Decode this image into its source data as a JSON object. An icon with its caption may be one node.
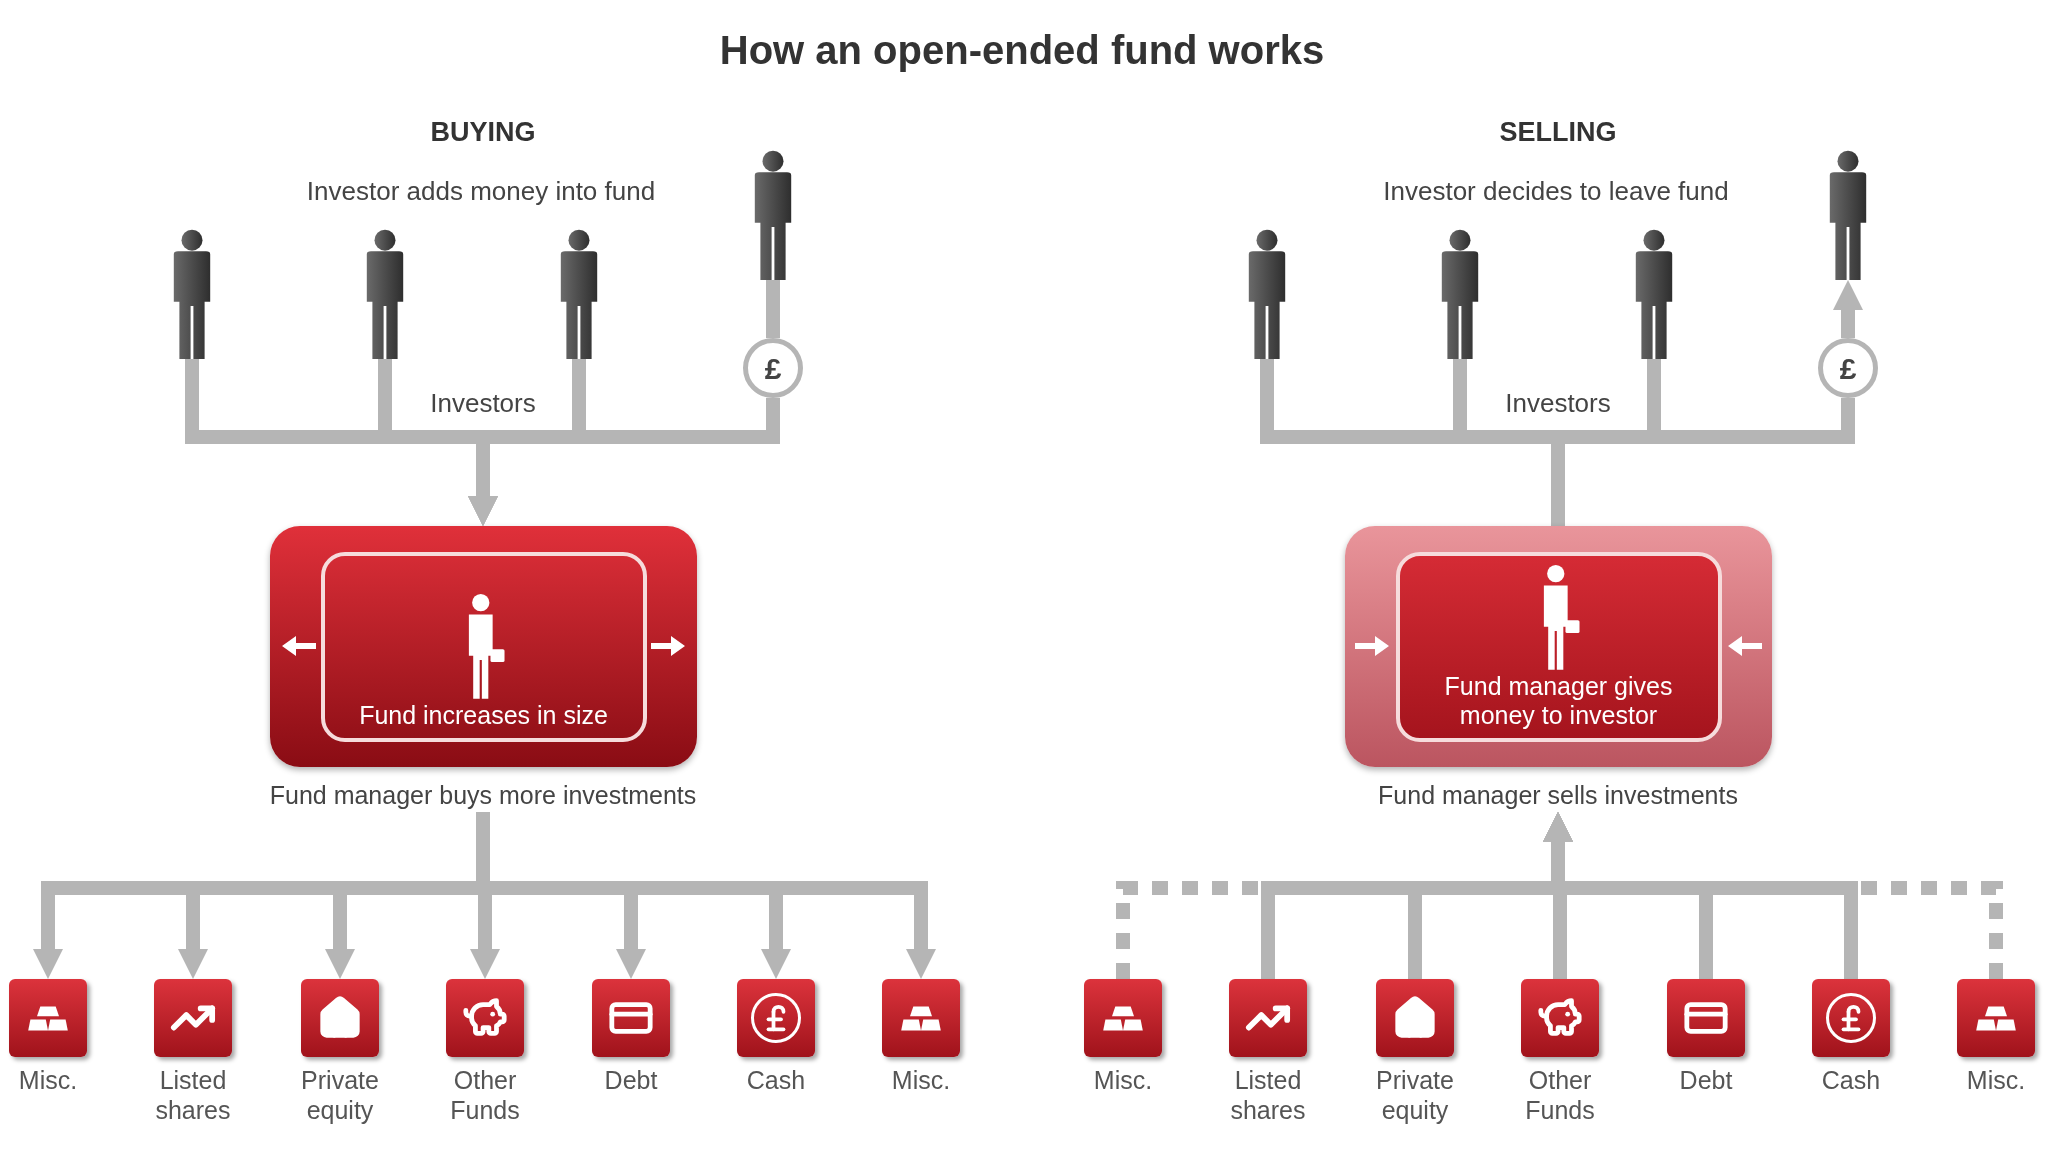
{
  "diagram": {
    "title": "How an open-ended fund works",
    "nodes": [
      {
        "text": [],
        "shape": "person"
      },
      {
        "text": [],
        "shape": "person"
      },
      {
        "text": [],
        "shape": "person"
      },
      {
        "text": [],
        "shape": "person"
      },
      {
        "text": [
          "£"
        ]
      },
      {
        "text": [
          "Fund increases in size"
        ],
        "beside": [
          "Fund manager buys more investments"
        ]
      },
      {
        "text": [
          "Misc."
        ]
      },
      {
        "text": [
          "Listed shares"
        ]
      },
      {
        "text": [
          "Private equity"
        ]
      },
      {
        "text": [
          "Other Funds"
        ]
      },
      {
        "text": [
          "Debt"
        ]
      },
      {
        "text": [
          "Cash"
        ]
      },
      {
        "text": [
          "Misc."
        ]
      },
      {
        "text": [],
        "shape": "person"
      },
      {
        "text": [],
        "shape": "person"
      },
      {
        "text": [],
        "shape": "person"
      },
      {
        "text": [],
        "shape": "person"
      },
      {
        "text": [
          "£"
        ]
      },
      {
        "text": [
          "Fund manager gives money to investor"
        ],
        "beside": [
          "Fund manager sells investments"
        ]
      },
      {
        "text": [
          "Misc."
        ]
      },
      {
        "text": [
          "Listed shares"
        ]
      },
      {
        "text": [
          "Private equity"
        ]
      },
      {
        "text": [
          "Other Funds"
        ]
      },
      {
        "text": [
          "Debt"
        ]
      },
      {
        "text": [
          "Cash"
        ]
      },
      {
        "text": [
          "Misc."
        ]
      }
    ],
    "edges": [
      {
        "from": 0,
        "to": 5,
        "arrow": "to"
      },
      {
        "from": 1,
        "to": 5,
        "arrow": "to"
      },
      {
        "from": 2,
        "to": 5,
        "arrow": "to"
      },
      {
        "from": 3,
        "to": 4,
        "arrow": "none"
      },
      {
        "from": 4,
        "to": 5,
        "arrow": "to"
      },
      {
        "from": 5,
        "to": 6,
        "arrow": "to"
      },
      {
        "from": 5,
        "to": 7,
        "arrow": "to"
      },
      {
        "from": 5,
        "to": 8,
        "arrow": "to"
      },
      {
        "from": 5,
        "to": 9,
        "arrow": "to"
      },
      {
        "from": 5,
        "to": 10,
        "arrow": "to"
      },
      {
        "from": 5,
        "to": 11,
        "arrow": "to"
      },
      {
        "from": 5,
        "to": 12,
        "arrow": "to"
      },
      {
        "from": 13,
        "to": 18,
        "arrow": "none"
      },
      {
        "from": 14,
        "to": 18,
        "arrow": "none"
      },
      {
        "from": 15,
        "to": 18,
        "arrow": "none"
      },
      {
        "from": 18,
        "to": 17,
        "arrow": "none"
      },
      {
        "from": 17,
        "to": 16,
        "arrow": "to"
      },
      {
        "from": 19,
        "to": 18,
        "arrow": "to",
        "style": "dashed"
      },
      {
        "from": 20,
        "to": 18,
        "arrow": "to"
      },
      {
        "from": 21,
        "to": 18,
        "arrow": "to"
      },
      {
        "from": 22,
        "to": 18,
        "arrow": "to"
      },
      {
        "from": 23,
        "to": 18,
        "arrow": "to"
      },
      {
        "from": 24,
        "to": 18,
        "arrow": "to"
      },
      {
        "from": 25,
        "to": 18,
        "arrow": "to",
        "style": "dashed"
      }
    ],
    "labels": [
      "BUYING",
      "Investor adds money into fund",
      "Investors",
      "SELLING",
      "Investor decides to leave fund",
      "Investors"
    ]
  }
}
